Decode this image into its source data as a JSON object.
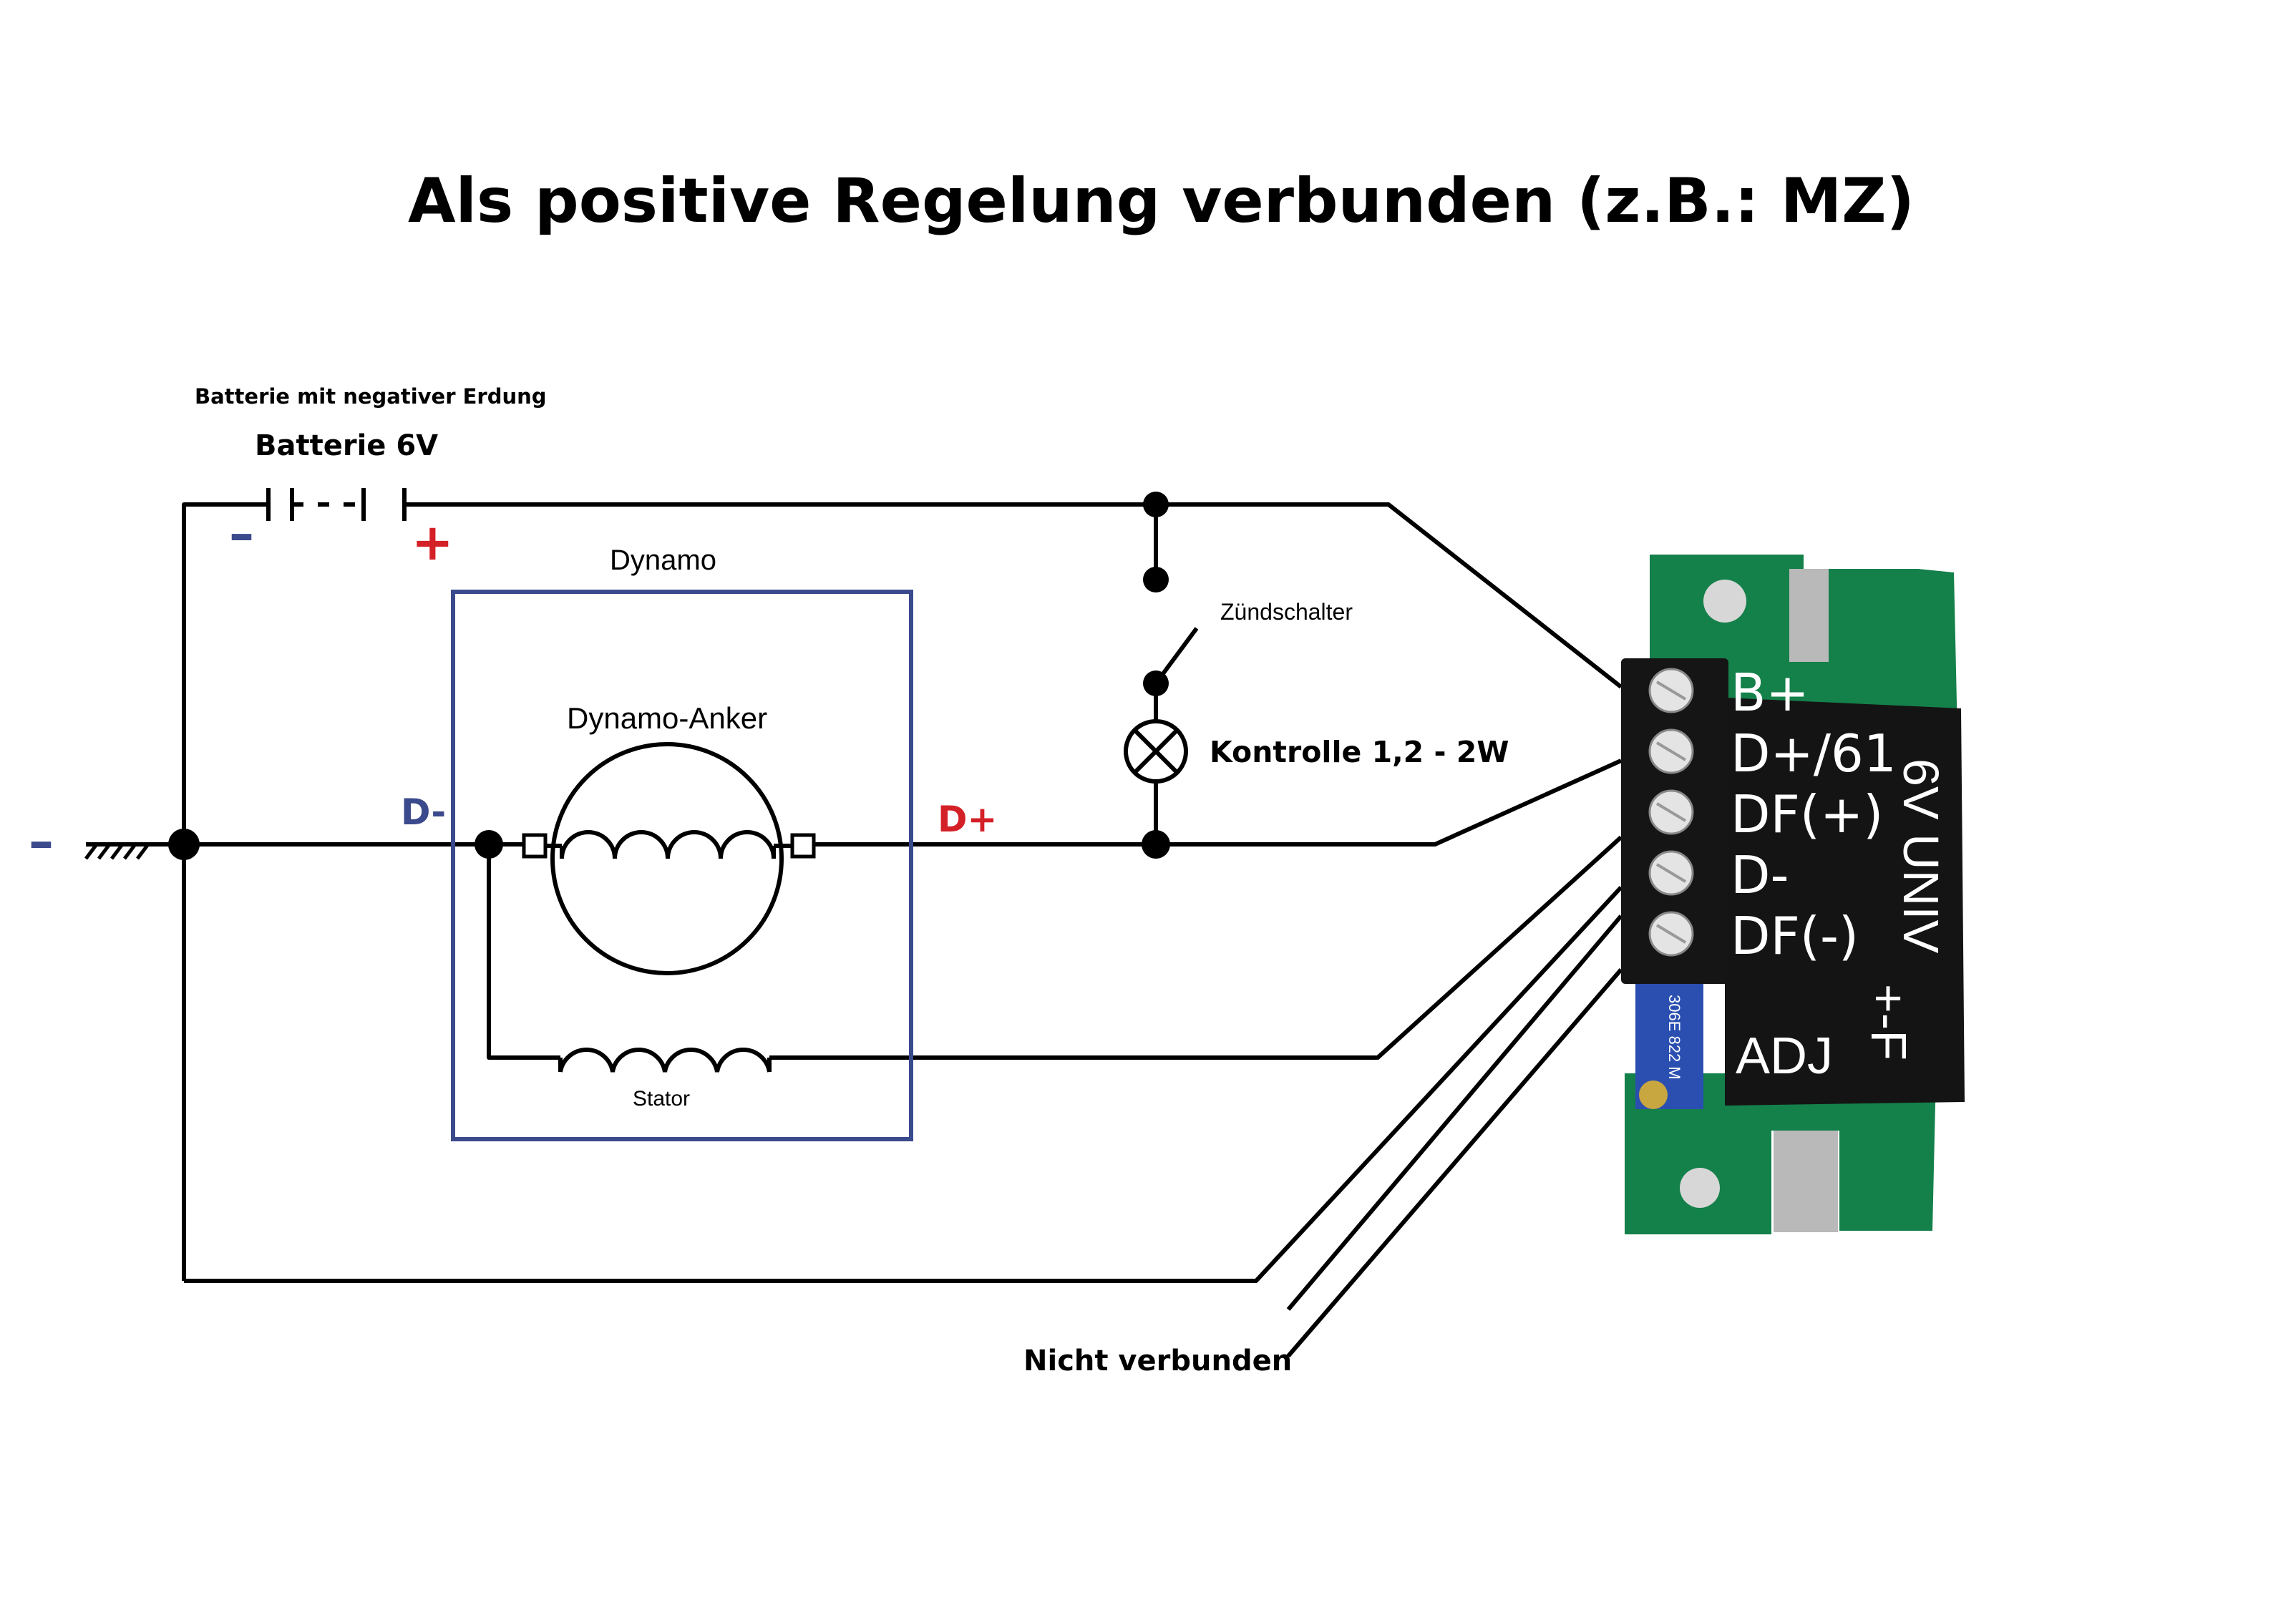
{
  "title": "Als positive Regelung verbunden (z.B.: MZ)",
  "battery": {
    "subtitle": "Batterie mit negativer Erdung",
    "label": "Batterie 6V",
    "minus_sign": "–",
    "plus_sign": "+"
  },
  "ground": {
    "minus_sign": "–"
  },
  "dynamo": {
    "box_label": "Dynamo",
    "armature_label": "Dynamo-Anker",
    "stator_label": "Stator",
    "d_minus": "D-",
    "d_plus": "D+"
  },
  "ignition": {
    "label": "Zündschalter"
  },
  "lamp": {
    "label": "Kontrolle 1,2 - 2W"
  },
  "not_connected": {
    "label": "Nicht verbunden"
  },
  "regulator": {
    "terminals": [
      "B+",
      "D+/61",
      "DF(+)",
      "D-",
      "DF(-)"
    ],
    "adj_label": "ADJ",
    "side_label": "6V UNIV",
    "polarity_label": "+-F",
    "trimmer_text": "306E 822 M"
  },
  "colors": {
    "wire": "#000000",
    "dynamo_box": "#3b4a8c",
    "minus": "#3b4a8c",
    "plus": "#d42027",
    "pcb_green": "#14804a",
    "potting": "#141414",
    "trimmer_blue": "#2a4fb0"
  }
}
